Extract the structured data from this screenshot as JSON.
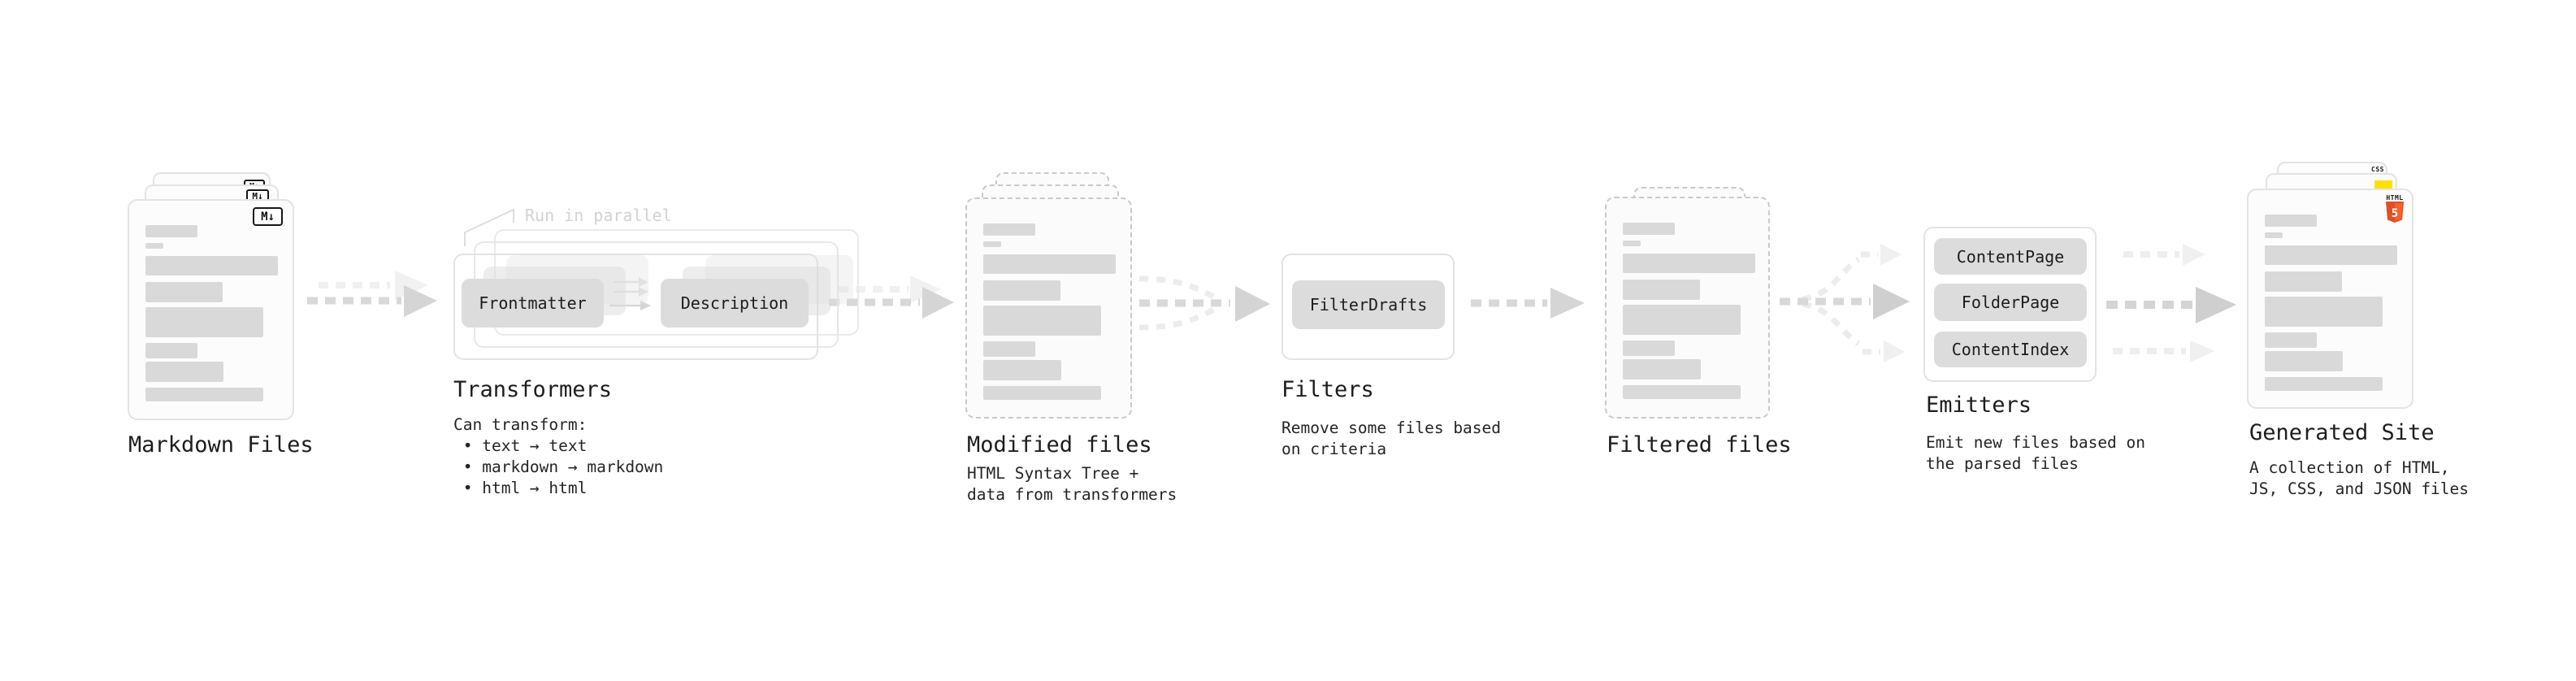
{
  "colors": {
    "placeholder_bar": "#d9d9d9",
    "pill_fill": "#dcdcdc",
    "arrow_main": "#d8d8d8",
    "arrow_strong": "#cccccc",
    "arrow_faint": "#efefef",
    "dashed_border": "#c9c9c9",
    "js_yellow": "#ffdf00",
    "css_blue": "#2b6fe3",
    "html5_orange": "#e44d26"
  },
  "stages": {
    "markdown": {
      "label": "Markdown Files",
      "badge": "M↓"
    },
    "transformers": {
      "label": "Transformers",
      "note": "Run in parallel",
      "pills": [
        "Frontmatter",
        "Description"
      ],
      "description": "Can transform:\n • text → text\n • markdown → markdown\n • html → html"
    },
    "modified": {
      "label": "Modified files",
      "description": "HTML Syntax Tree +\ndata from transformers"
    },
    "filters": {
      "label": "Filters",
      "pills": [
        "FilterDrafts"
      ],
      "description": "Remove some files based\non criteria"
    },
    "filtered": {
      "label": "Filtered files"
    },
    "emitters": {
      "label": "Emitters",
      "pills": [
        "ContentPage",
        "FolderPage",
        "ContentIndex"
      ],
      "description": "Emit new files based on\nthe parsed files"
    },
    "generated": {
      "label": "Generated Site",
      "description": "A collection of HTML,\nJS, CSS, and JSON files",
      "badges": {
        "css": "CSS",
        "html": "HTML",
        "html5_number": "5"
      }
    }
  }
}
